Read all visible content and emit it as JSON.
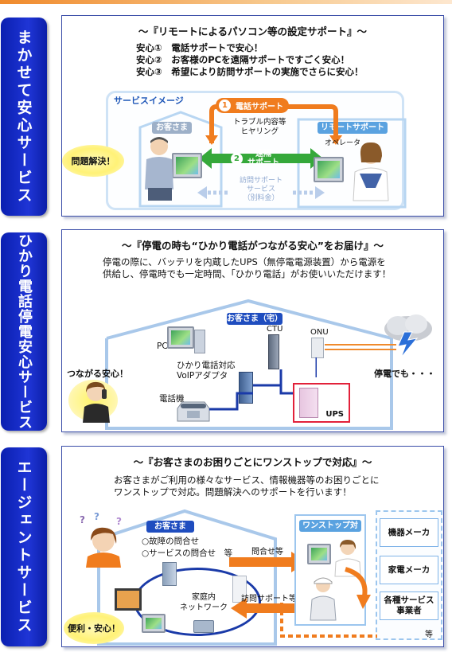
{
  "sections": {
    "makasete": {
      "tab": "まかせて安心サービス",
      "title": "～『リモートによるパソコン等の設定サポート』～",
      "lines": [
        "安心①　電話サポートで安心！",
        "安心②　お客様のPCを遠隔サポートですごく安心！",
        "安心③　希望により訪問サポートの実施でさらに安心！"
      ],
      "image_title": "サービスイメージ",
      "customer_label": "お客さま",
      "center_label": "リモートサポートセンタ",
      "phone_support": "電話サポート",
      "trouble": "トラブル内容等",
      "hearing": "ヒヤリング",
      "remote_support_1": "遠隔",
      "remote_support_2": "サポート",
      "visit_1": "訪問サポート",
      "visit_2": "サービス",
      "visit_3": "（別料金）",
      "operator": "オペレータ",
      "solved": "問題解決！",
      "num1": "1",
      "num2": "2"
    },
    "hikari": {
      "tab": "ひかり電話停電安心サービス",
      "title": "～『停電の時も“ひかり電話がつながる安心”をお届け』～",
      "lines": [
        "停電の際に、バッテリを内蔵したUPS（無停電電源装置）から電源を",
        "供給し、停電時でも一定時間、「ひかり電話」がお使いいただけます！"
      ],
      "home_label": "お客さま（宅）",
      "pc": "PC",
      "ctu": "CTU",
      "onu": "ONU",
      "adapter_1": "ひかり電話対応",
      "adapter_2": "VoIPアダプタ",
      "phone": "電話機",
      "ups": "UPS",
      "connected": "つながる安心！",
      "outage": "停電でも・・・"
    },
    "agent": {
      "tab": "エージェントサービス",
      "title": "～『お客さまのお困りごとにワンストップで対応』～",
      "lines": [
        "お客さまがご利用の様々なサービス、情報機器等のお困りごとに",
        "ワンストップで対応。問題解決へのサポートを行います！"
      ],
      "customer_label": "お客さま",
      "q1": "○故障の問合せ",
      "q2": "○サービスの問合せ　等",
      "inquiry": "問合せ等",
      "onestop": "ワンストップ対応",
      "visit": "訪問サポート等",
      "network_1": "家庭内",
      "network_2": "ネットワーク",
      "vendor1": "機器メーカ",
      "vendor2": "家電メーカ",
      "vendor3_1": "各種サービス",
      "vendor3_2": "事業者",
      "etc": "等",
      "convenient": "便利・安心！"
    }
  },
  "colors": {
    "tab_blue": "#1a2fd0",
    "accent_orange": "#f07c1e",
    "green": "#3cae3c",
    "house_blue": "#a9c8ea"
  }
}
